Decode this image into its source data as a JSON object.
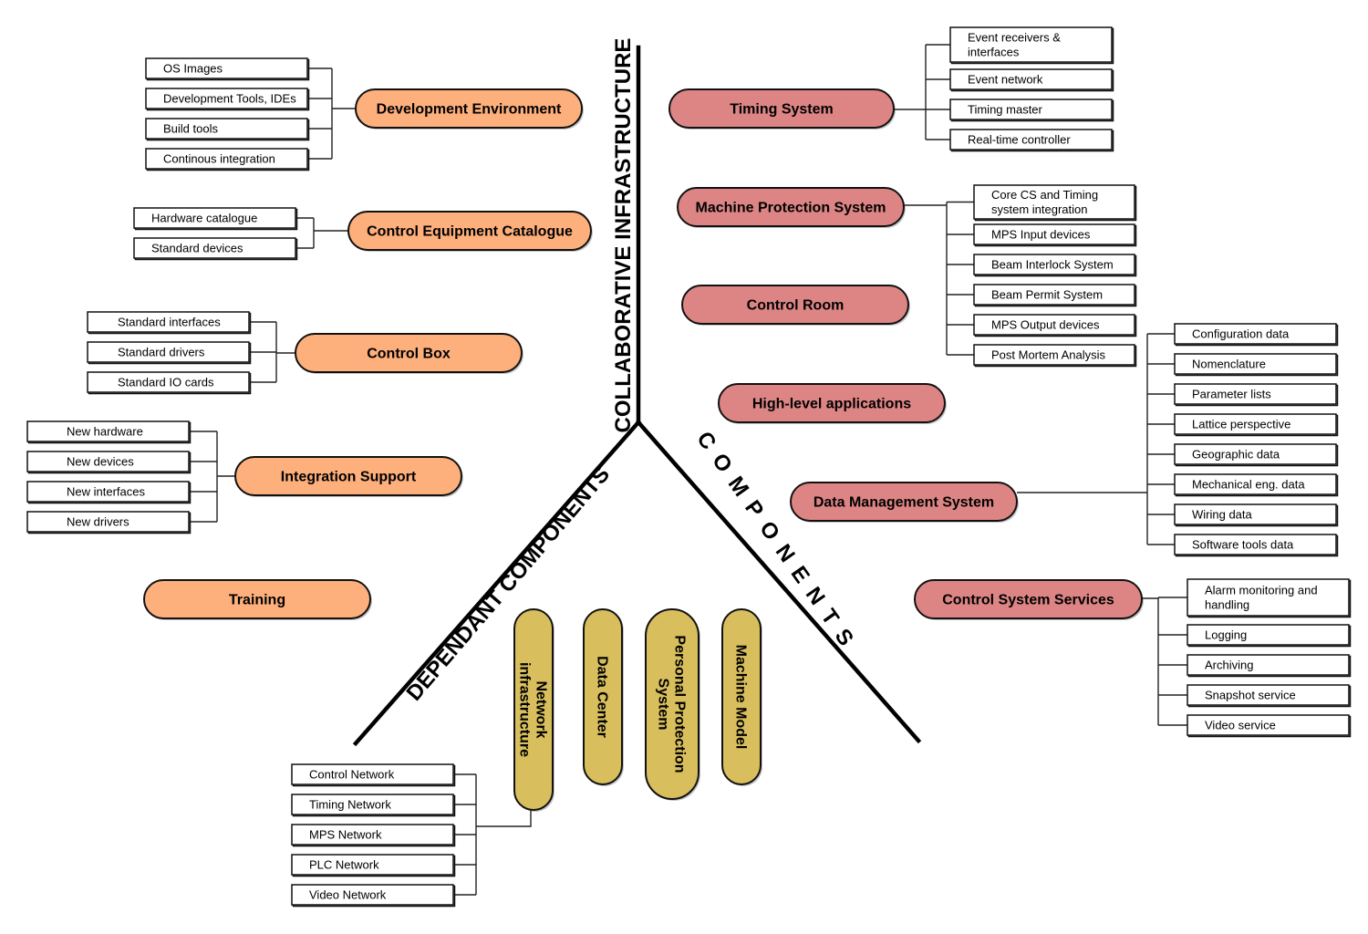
{
  "colors": {
    "orange": "#FDAF7C",
    "red": "#DD8585",
    "yellow": "#D8BE5C"
  },
  "axes": {
    "collaborative": "COLLABORATIVE INFRASTRUCTURE",
    "components": "COMPONENTS",
    "dependant": "DEPENDANT COMPONENTS"
  },
  "groups": [
    {
      "title": "Development Environment",
      "items": [
        "OS Images",
        "Development Tools, IDEs",
        "Build tools",
        "Continous integration"
      ]
    },
    {
      "title": "Control Equipment Catalogue",
      "items": [
        "Hardware catalogue",
        "Standard devices"
      ]
    },
    {
      "title": "Control Box",
      "items": [
        "Standard interfaces",
        "Standard drivers",
        "Standard IO cards"
      ]
    },
    {
      "title": "Integration Support",
      "items": [
        "New hardware",
        "New devices",
        "New interfaces",
        "New drivers"
      ]
    },
    {
      "title": "Training",
      "items": []
    },
    {
      "title": "Timing System",
      "items": [
        "Event receivers & interfaces",
        "Event network",
        "Timing master",
        "Real-time controller"
      ]
    },
    {
      "title": "Machine Protection System",
      "items": [
        "Core CS and Timing system integration",
        "MPS Input devices",
        "Beam Interlock System",
        "Beam Permit System",
        "MPS Output devices",
        "Post Mortem Analysis"
      ]
    },
    {
      "title": "Control Room",
      "items": []
    },
    {
      "title": "High-level applications",
      "items": []
    },
    {
      "title": "Data Management System",
      "items": [
        "Configuration data",
        "Nomenclature",
        "Parameter lists",
        "Lattice perspective",
        "Geographic data",
        "Mechanical eng. data",
        "Wiring data",
        "Software tools data"
      ]
    },
    {
      "title": "Control System Services",
      "items": [
        "Alarm monitoring and handling",
        "Logging",
        "Archiving",
        "Snapshot service",
        "Video service"
      ]
    },
    {
      "title": "Network infrastructure",
      "items": [
        "Control Network",
        "Timing Network",
        "MPS Network",
        "PLC Network",
        "Video Network"
      ]
    },
    {
      "title": "Data Center",
      "items": []
    },
    {
      "title": "Personal Protection System",
      "items": []
    },
    {
      "title": "Machine Model",
      "items": []
    }
  ]
}
